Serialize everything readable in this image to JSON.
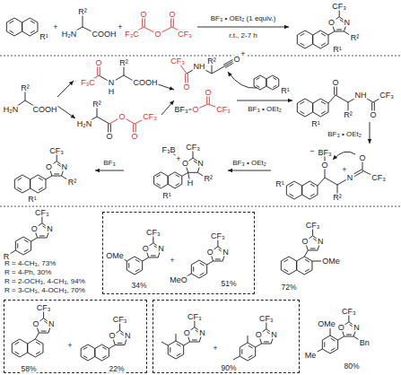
{
  "diagram": {
    "nodes": [
      {
        "text": [
          "34%",
          "+",
          "51%"
        ]
      },
      {
        "text": [
          "+",
          "58%",
          "22%"
        ]
      },
      {
        "text": [
          "+",
          "90%"
        ]
      }
    ],
    "labels": [
      "R¹",
      "+",
      "R²",
      "H₂N",
      "COOH",
      "+",
      "F₃C",
      "O",
      "O",
      "O",
      "CF₃",
      "BF₃ • OEt₂ (1 equiv.)",
      "r.t., 2-7 h",
      "CF₃",
      "O",
      "N",
      "R²",
      "R¹",
      "R²",
      "H₂N",
      "COOH",
      "F₃C",
      "O",
      "N",
      "H",
      "R²",
      "COOH",
      "R²",
      "H₂N",
      "O",
      "O",
      "O",
      "CF₃",
      "CF₃",
      "O",
      "NH",
      "R²",
      "O",
      "+",
      "BF₃",
      "O",
      "O",
      "CF₃",
      "R¹",
      "BF₃ • OEt₂",
      "O",
      "NH",
      "CF₃",
      "R²",
      "O",
      "R¹",
      "BF₃ • OEt₂",
      "BF₃",
      "−",
      "O",
      "N",
      "+",
      "O",
      "CF₃",
      "R²",
      "R¹",
      "BF₃ • OEt₂",
      "F₃B",
      "CF₃",
      "O",
      "N",
      "+",
      "H",
      "R²",
      "R¹",
      "BF₃",
      "CF₃",
      "O",
      "N",
      "R²",
      "R¹",
      "R",
      "CF₃",
      "O",
      "N",
      "R = 4-CH₃, 73%",
      "R = 4-Ph, 30%",
      "R = 2-OCH₃, 4-CH₃, 94%",
      "R = 3-CH₃, 4-OCH₃, 70%",
      "OMe",
      "CF₃",
      "O",
      "N",
      "MeO",
      "CF₃",
      "O",
      "N",
      "CF₃",
      "O",
      "N",
      "OMe",
      "72%",
      "CF₃",
      "O",
      "N",
      "CF₃",
      "O",
      "N",
      "CF₃",
      "O",
      "N",
      "CF₃",
      "O",
      "N",
      "OMe",
      "CF₃",
      "O",
      "N",
      "Bn",
      "Me",
      "80%"
    ]
  }
}
